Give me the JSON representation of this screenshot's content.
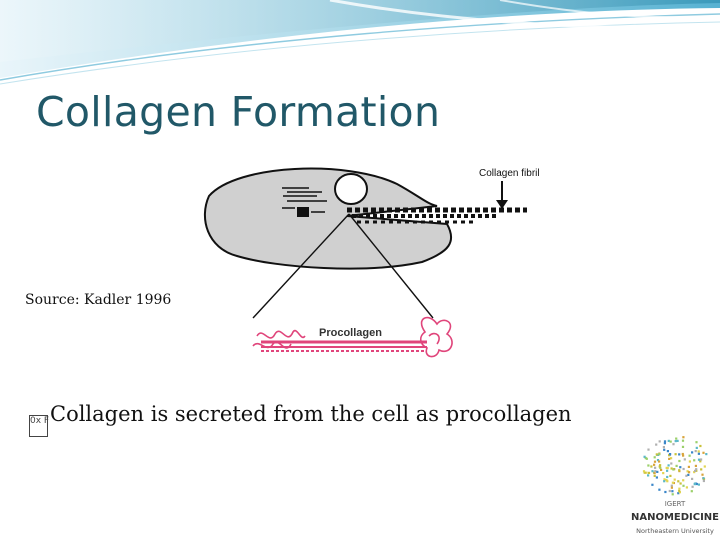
{
  "slide": {
    "title": "Collagen Formation",
    "source": "Source: Kadler 1996",
    "bullet_glyph": "0x F",
    "bullet_text": "Collagen is secreted from the cell as procollagen"
  },
  "figure": {
    "label_fibril": "Collagen fibril",
    "label_procollagen": "Procollagen"
  },
  "logo": {
    "line1": "IGERT",
    "line2": "NANOMEDICINE",
    "line3": "Northeastern University"
  },
  "colors": {
    "title": "#215868",
    "banner_dark": "#2e8fb1",
    "banner_light": "#c7e7f2",
    "procollagen": "#e0457b",
    "cell_fill": "#d0d0d0"
  }
}
